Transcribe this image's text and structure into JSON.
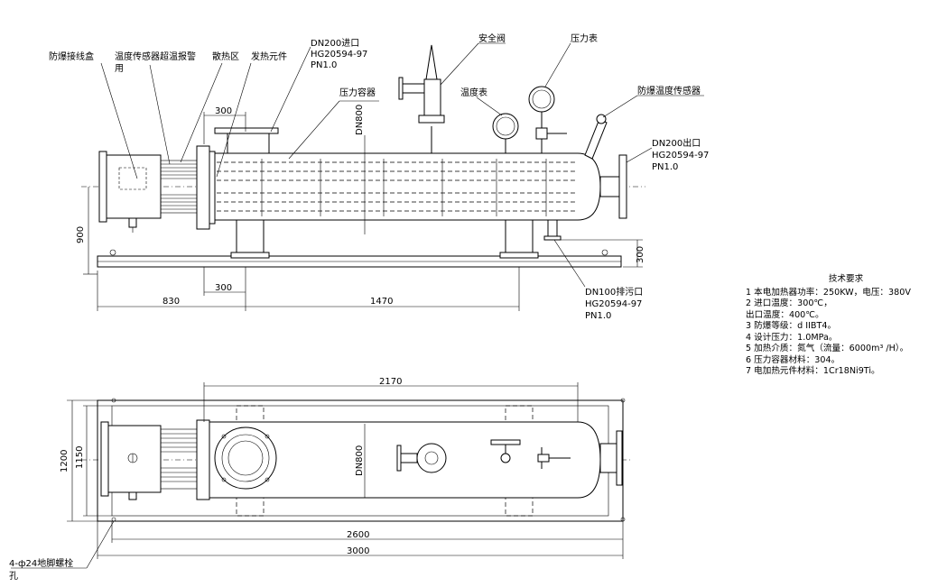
{
  "labels": {
    "junction_box": "防爆接线盒",
    "temp_alarm": "温度传感器超温报警",
    "temp_alarm_2": "用",
    "cooling_zone": "散热区",
    "heating_element": "发热元件",
    "inlet_dn": "DN200进口",
    "inlet_std": "HG20594-97",
    "inlet_pn": "PN1.0",
    "pressure_vessel": "压力容器",
    "safety_valve": "安全阀",
    "pressure_gauge": "压力表",
    "thermometer": "温度表",
    "ex_temp_sensor": "防爆温度传感器",
    "outlet_dn": "DN200出口",
    "outlet_std": "HG20594-97",
    "outlet_pn": "PN1.0",
    "drain_dn": "DN100排污口",
    "drain_std": "HG20594-97",
    "drain_pn": "PN1.0",
    "shell_dn_front": "DN800",
    "shell_dn_top": "DN800",
    "anchor_bolts": "4-ф24地脚螺栓",
    "anchor_bolts_2": "孔"
  },
  "dimensions": {
    "d_300_top": "300",
    "d_900": "900",
    "d_830": "830",
    "d_300_bottom": "300",
    "d_1470": "1470",
    "d_300_right": "300",
    "d_2170": "2170",
    "d_1200": "1200",
    "d_1150": "1150",
    "d_2600": "2600",
    "d_3000": "3000"
  },
  "tech": {
    "title": "技术要求",
    "items": [
      "1  本电加热器功率：250KW，电压：380V",
      "2  进口温度：300℃，",
      "    出口温度：400℃。",
      "3  防爆等级：d IIBT4。",
      "4  设计压力：1.0MPa。",
      "5  加热介质：氮气（流量：6000m³ /H）。",
      "6  压力容器材料：304。",
      "7  电加热元件材料：1Cr18Ni9Ti。"
    ]
  }
}
